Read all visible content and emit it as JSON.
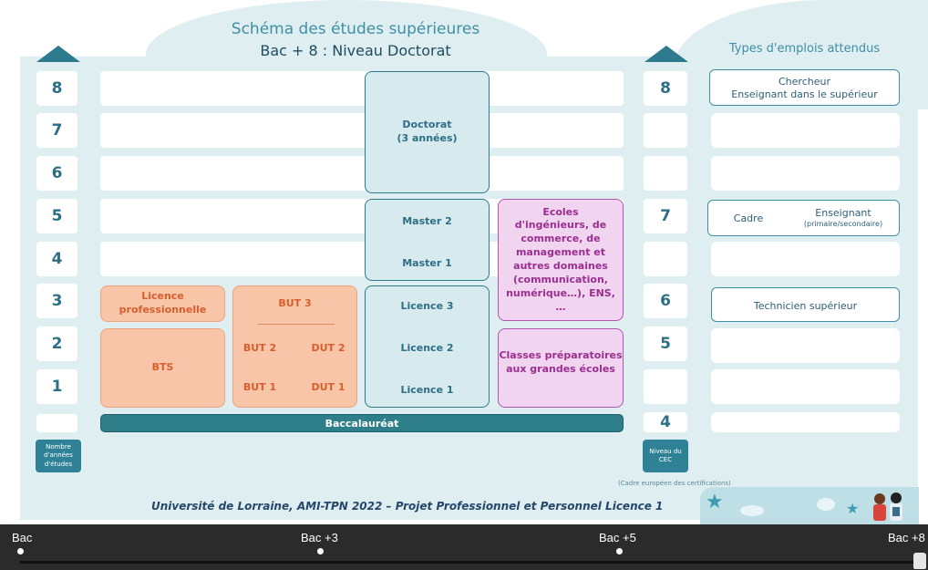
{
  "header": {
    "title": "Schéma des études supérieures",
    "subtitle": "Bac + 8 : Niveau Doctorat"
  },
  "left_axis": {
    "levels": [
      "8",
      "7",
      "6",
      "5",
      "4",
      "3",
      "2",
      "1"
    ],
    "caption": "Nombre d'années d'études"
  },
  "cursus": {
    "doctorat": "Doctorat\n(3 années)",
    "master2": "Master 2",
    "master1": "Master 1",
    "licence3": "Licence 3",
    "licence2": "Licence 2",
    "licence1": "Licence 1",
    "licence_pro": "Licence professionnelle",
    "bts": "BTS",
    "but3": "BUT 3",
    "but2": "BUT 2",
    "but1": "BUT 1",
    "dut2": "DUT 2",
    "dut1": "DUT 1",
    "ecoles": "Ecoles d'ingénieurs, de commerce, de management et autres domaines (communication, numérique…), ENS, …",
    "prepas": "Classes préparatoires aux grandes écoles",
    "baccalaureat": "Baccalauréat"
  },
  "cec_axis": {
    "levels": [
      "8",
      "7",
      "6",
      "5",
      "4"
    ],
    "caption": "Niveau du CEC",
    "note": "(Cadre européen des certifications)"
  },
  "jobs": {
    "title": "Types d'emplois attendus",
    "chercheur": "Chercheur\nEnseignant dans le supérieur",
    "cadre": "Cadre",
    "enseignant": "Enseignant",
    "enseignant_sub": "(primaire/secondaire)",
    "technicien": "Technicien supérieur"
  },
  "footer": {
    "note": "Université de Lorraine, AMI-TPN 2022 – Projet Professionnel et Personnel Licence 1"
  },
  "slider": {
    "labels": [
      "Bac",
      "Bac +3",
      "Bac +5",
      "Bac +8"
    ],
    "position_fraction": 1.0
  },
  "colors": {
    "teal": "#2d7b8c",
    "orange": "#f9c5a9",
    "purple": "#f1d4ef",
    "background": "#dfeef1"
  }
}
